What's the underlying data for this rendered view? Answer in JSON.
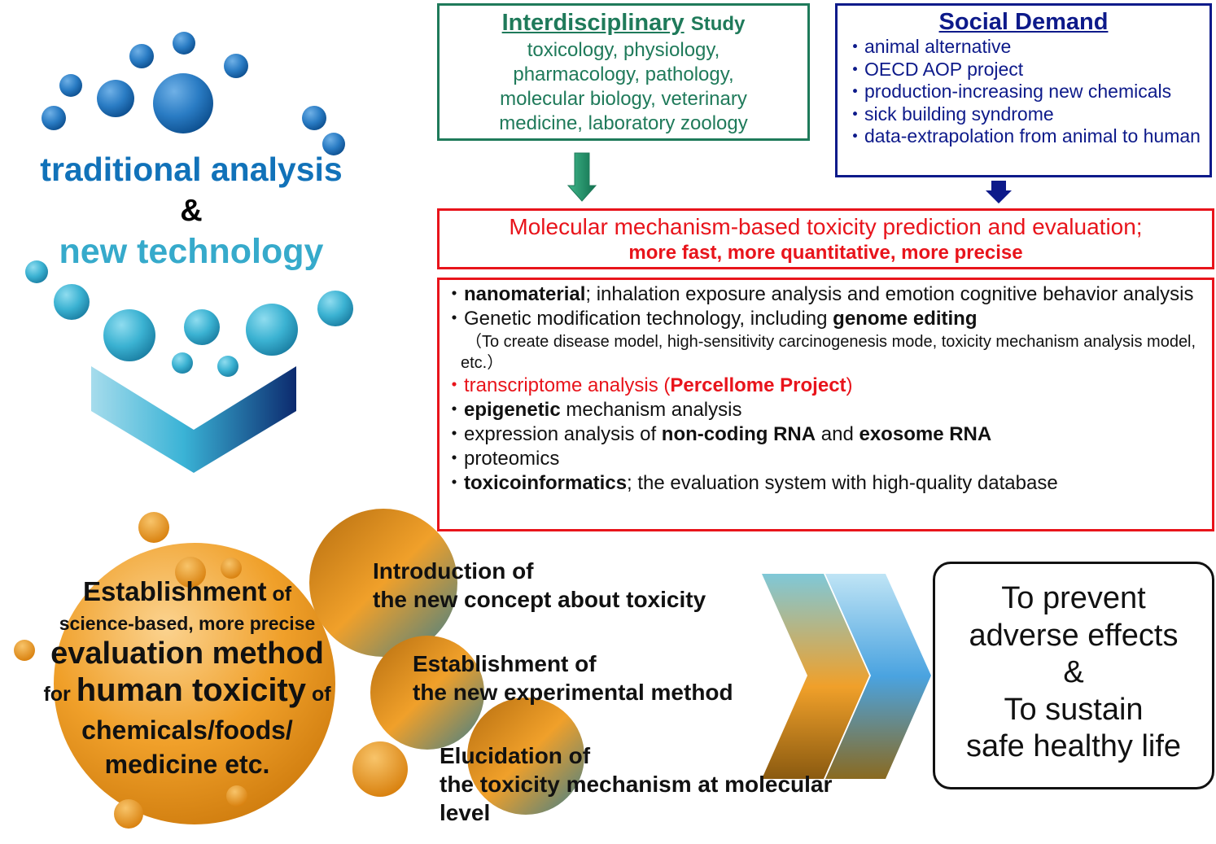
{
  "left_header": {
    "traditional": "traditional analysis",
    "amp": "&",
    "new_technology": "new technology"
  },
  "interdisciplinary": {
    "title": "Interdisciplinary",
    "title_small": "Study",
    "lines": [
      "toxicology, physiology,",
      "pharmacology, pathology,",
      "molecular biology, veterinary",
      "medicine, laboratory zoology"
    ]
  },
  "social_demand": {
    "title": "Social Demand",
    "bullet": "・",
    "items": [
      "animal alternative",
      "OECD AOP project",
      "production-increasing new chemicals",
      "sick building syndrome",
      "data-extrapolation from animal to human"
    ]
  },
  "molecular": {
    "line1": "Molecular mechanism-based toxicity prediction and evaluation;",
    "line2": "more fast, more quantitative, more precise"
  },
  "techniques": {
    "bullet": "・",
    "t1_bold": "nanomaterial",
    "t1_rest": "; inhalation exposure analysis and emotion cognitive behavior analysis",
    "t2_pre": "Genetic modification technology, including ",
    "t2_bold": "genome editing",
    "t2_sub": "（To create disease model, high-sensitivity carcinogenesis mode, toxicity mechanism analysis model, etc.）",
    "t3_pre": "transcriptome analysis (",
    "t3_bold": "Percellome Project",
    "t3_post": ")",
    "t4_bold": "epigenetic",
    "t4_rest": " mechanism analysis",
    "t5_pre": "expression analysis of ",
    "t5_bold1": "non-coding RNA",
    "t5_mid": " and ",
    "t5_bold2": "exosome RNA",
    "t6": "proteomics",
    "t7_bold": "toxicoinformatics",
    "t7_rest": "; the evaluation system with high-quality database"
  },
  "establishment": {
    "l1_big": "Establishment",
    "l1_small": " of",
    "l2": "science-based, more precise",
    "l3": "evaluation method",
    "l4_small1": "for ",
    "l4_big": "human toxicity",
    "l4_small2": " of",
    "l5": "chemicals/foods/",
    "l6": "medicine etc."
  },
  "items": {
    "intro": [
      "Introduction of",
      "the new concept about toxicity"
    ],
    "exper": [
      "Establishment of",
      "the new experimental method"
    ],
    "eluc": [
      "Elucidation of",
      "the toxicity mechanism at molecular",
      "level"
    ]
  },
  "goal": {
    "lines": [
      "To prevent",
      "adverse effects",
      "&",
      "To sustain",
      "safe healthy life"
    ]
  },
  "colors": {
    "blue_dark": "#1172b9",
    "blue_light": "#36aacb",
    "green": "#1f7a5a",
    "navy": "#0d1a8a",
    "red": "#e8141b",
    "orange": "#f0a02a"
  }
}
